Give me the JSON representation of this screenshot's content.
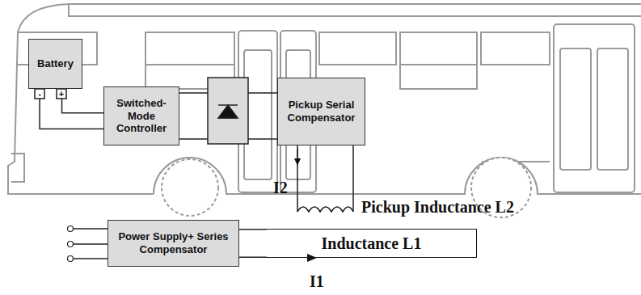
{
  "diagram": {
    "nodes": [
      {
        "text": [
          "Battery"
        ]
      },
      {
        "text": [
          "Switched-Mode Controller"
        ]
      },
      {
        "text": [
          "Pickup Serial Compensator"
        ]
      },
      {
        "text": [
          "Power Supply+ Series Compensator"
        ]
      },
      {
        "text": [
          "Inductance L1"
        ]
      }
    ],
    "edges": [
      {
        "from": 0,
        "to": 1,
        "arrow": "none"
      },
      {
        "from": 1,
        "to": 2,
        "arrow": "none"
      },
      {
        "from": 3,
        "to": 4,
        "arrow": "none"
      }
    ],
    "labels": [
      "-",
      "+",
      "I2",
      "Pickup Inductance L2",
      "I1"
    ]
  }
}
